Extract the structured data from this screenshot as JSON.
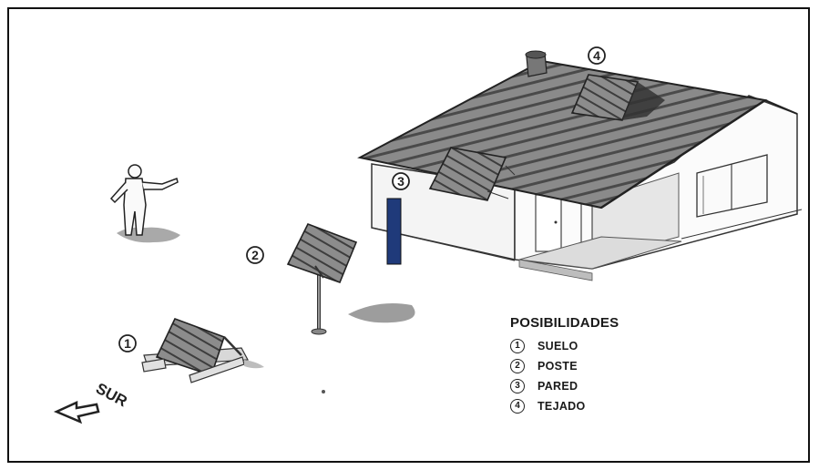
{
  "legend": {
    "title": "POSIBILIDADES",
    "items": [
      {
        "number": "1",
        "label": "SUELO"
      },
      {
        "number": "2",
        "label": "POSTE"
      },
      {
        "number": "3",
        "label": "PARED"
      },
      {
        "number": "4",
        "label": "TEJADO"
      }
    ]
  },
  "direction": {
    "label": "SUR"
  },
  "markers": [
    "1",
    "2",
    "3",
    "4"
  ],
  "colors": {
    "wall_mount_bar": "#1f3a7a",
    "panel": "#6b6b6b",
    "roof": "#7a7a7a"
  }
}
